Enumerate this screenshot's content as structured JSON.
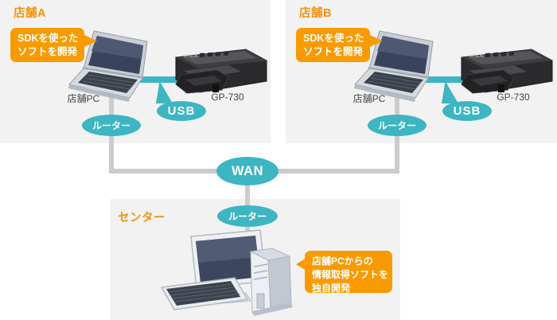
{
  "colors": {
    "accent_orange": "#f99b00",
    "title_orange": "#f5920e",
    "accent_teal": "#3db5c3",
    "panel_bg": "#f2f2f2",
    "line_gray": "#cccccc"
  },
  "store_a": {
    "title": "店舗A",
    "bubble_line1": "SDKを使った",
    "bubble_line2": "ソフトを開発",
    "pc_label": "店舗PC",
    "printer_label": "GP-730",
    "usb_label": "USB",
    "router_label": "ルーター"
  },
  "store_b": {
    "title": "店舗B",
    "bubble_line1": "SDKを使った",
    "bubble_line2": "ソフトを開発",
    "pc_label": "店舗PC",
    "printer_label": "GP-730",
    "usb_label": "USB",
    "router_label": "ルーター"
  },
  "wan": {
    "label": "WAN"
  },
  "center": {
    "title": "センター",
    "router_label": "ルーター",
    "bubble_line1": "店舗PCからの",
    "bubble_line2": "情報取得ソフトを",
    "bubble_line3": "独自開発"
  }
}
